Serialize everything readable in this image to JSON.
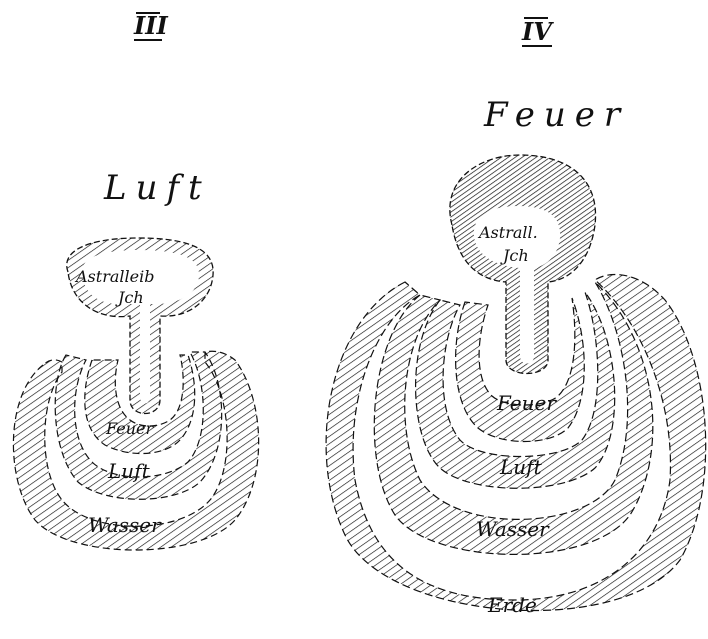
{
  "figure_iii": {
    "numeral": "III",
    "element_above": "Luft",
    "core_label_line1": "Astralleib",
    "core_label_line2": "Jch",
    "layers": [
      "Feuer",
      "Luft",
      "Wasser"
    ]
  },
  "figure_iv": {
    "numeral": "IV",
    "element_above": "Feuer",
    "core_label_line1": "Astrall.",
    "core_label_line2": "Jch",
    "layers": [
      "Feuer",
      "Luft",
      "Wasser",
      "Erde"
    ]
  },
  "colors": {
    "ink": "#111111",
    "paper": "#ffffff"
  }
}
